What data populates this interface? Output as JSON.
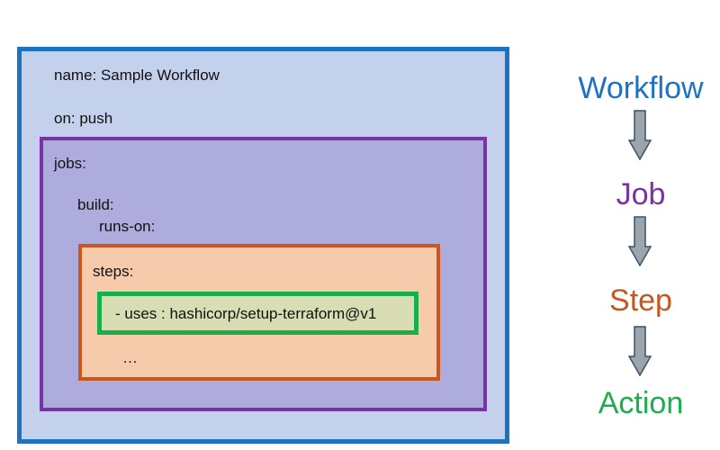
{
  "yaml": {
    "name_line": "name: Sample Workflow",
    "on_line": "on: push",
    "jobs_line": "jobs:",
    "build_line": "build:",
    "runs_on_line": "runs-on:",
    "steps_line": "steps:",
    "uses_line": "- uses : hashicorp/setup-terraform@v1",
    "ellipsis": "…"
  },
  "hierarchy": [
    {
      "label": "Workflow",
      "color": "#1f72c2"
    },
    {
      "label": "Job",
      "color": "#7a32a4"
    },
    {
      "label": "Step",
      "color": "#c8561e"
    },
    {
      "label": "Action",
      "color": "#1aaf4b"
    }
  ],
  "colors": {
    "workflow_fill": "#c4d1ec",
    "job_fill": "#aeabdd",
    "step_fill": "#f6cbac",
    "action_fill": "#d8ddb3",
    "arrow_fill": "#9aa5ad",
    "arrow_stroke": "#3b5266"
  }
}
